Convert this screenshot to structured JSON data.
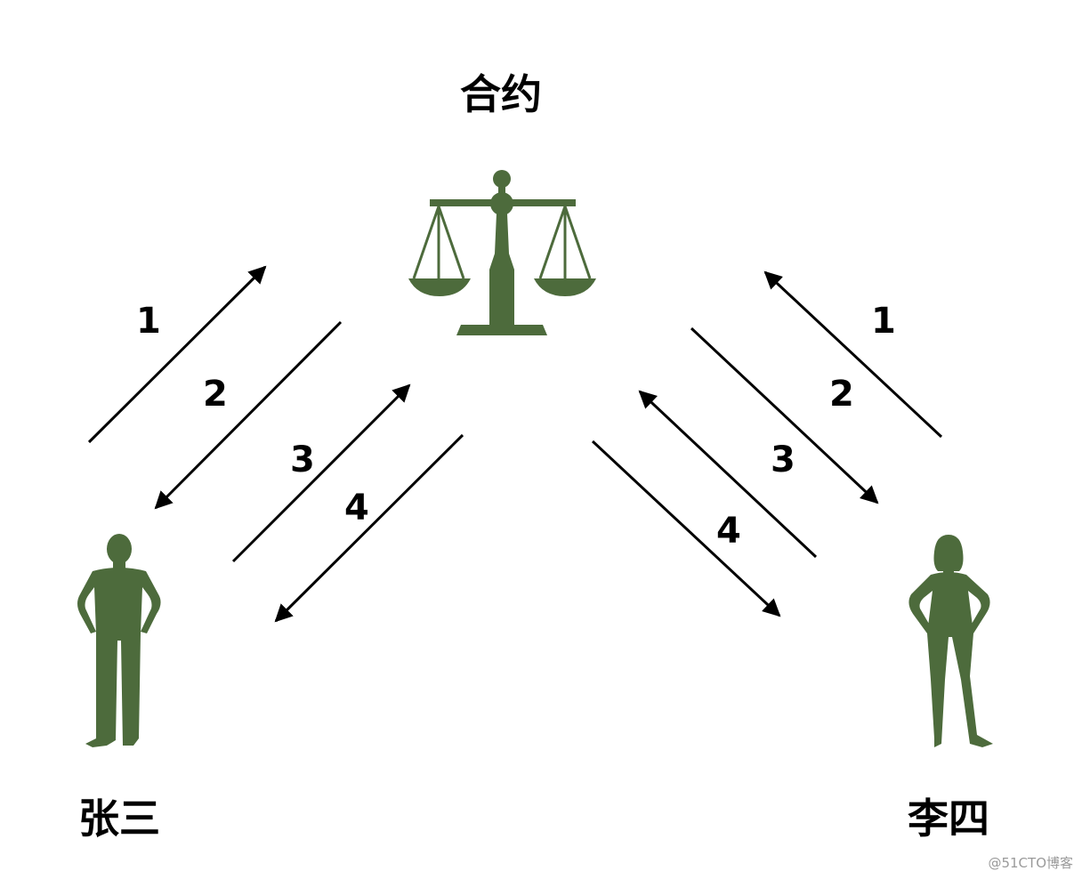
{
  "title": "合约",
  "left_party": "张三",
  "right_party": "李四",
  "watermark": "@51CTO博客",
  "arrows_left": [
    {
      "step": "1",
      "direction": "to-contract"
    },
    {
      "step": "2",
      "direction": "to-person"
    },
    {
      "step": "3",
      "direction": "to-contract"
    },
    {
      "step": "4",
      "direction": "to-person"
    }
  ],
  "arrows_right": [
    {
      "step": "1",
      "direction": "to-contract"
    },
    {
      "step": "2",
      "direction": "to-person"
    },
    {
      "step": "3",
      "direction": "to-contract"
    },
    {
      "step": "4",
      "direction": "to-person"
    }
  ],
  "colors": {
    "icon": "#4d6b3c",
    "arrow": "#000000",
    "text": "#000000",
    "background": "#ffffff"
  },
  "icons": {
    "contract": "balance-scale-icon",
    "left_person": "man-silhouette-icon",
    "right_person": "woman-silhouette-icon"
  }
}
